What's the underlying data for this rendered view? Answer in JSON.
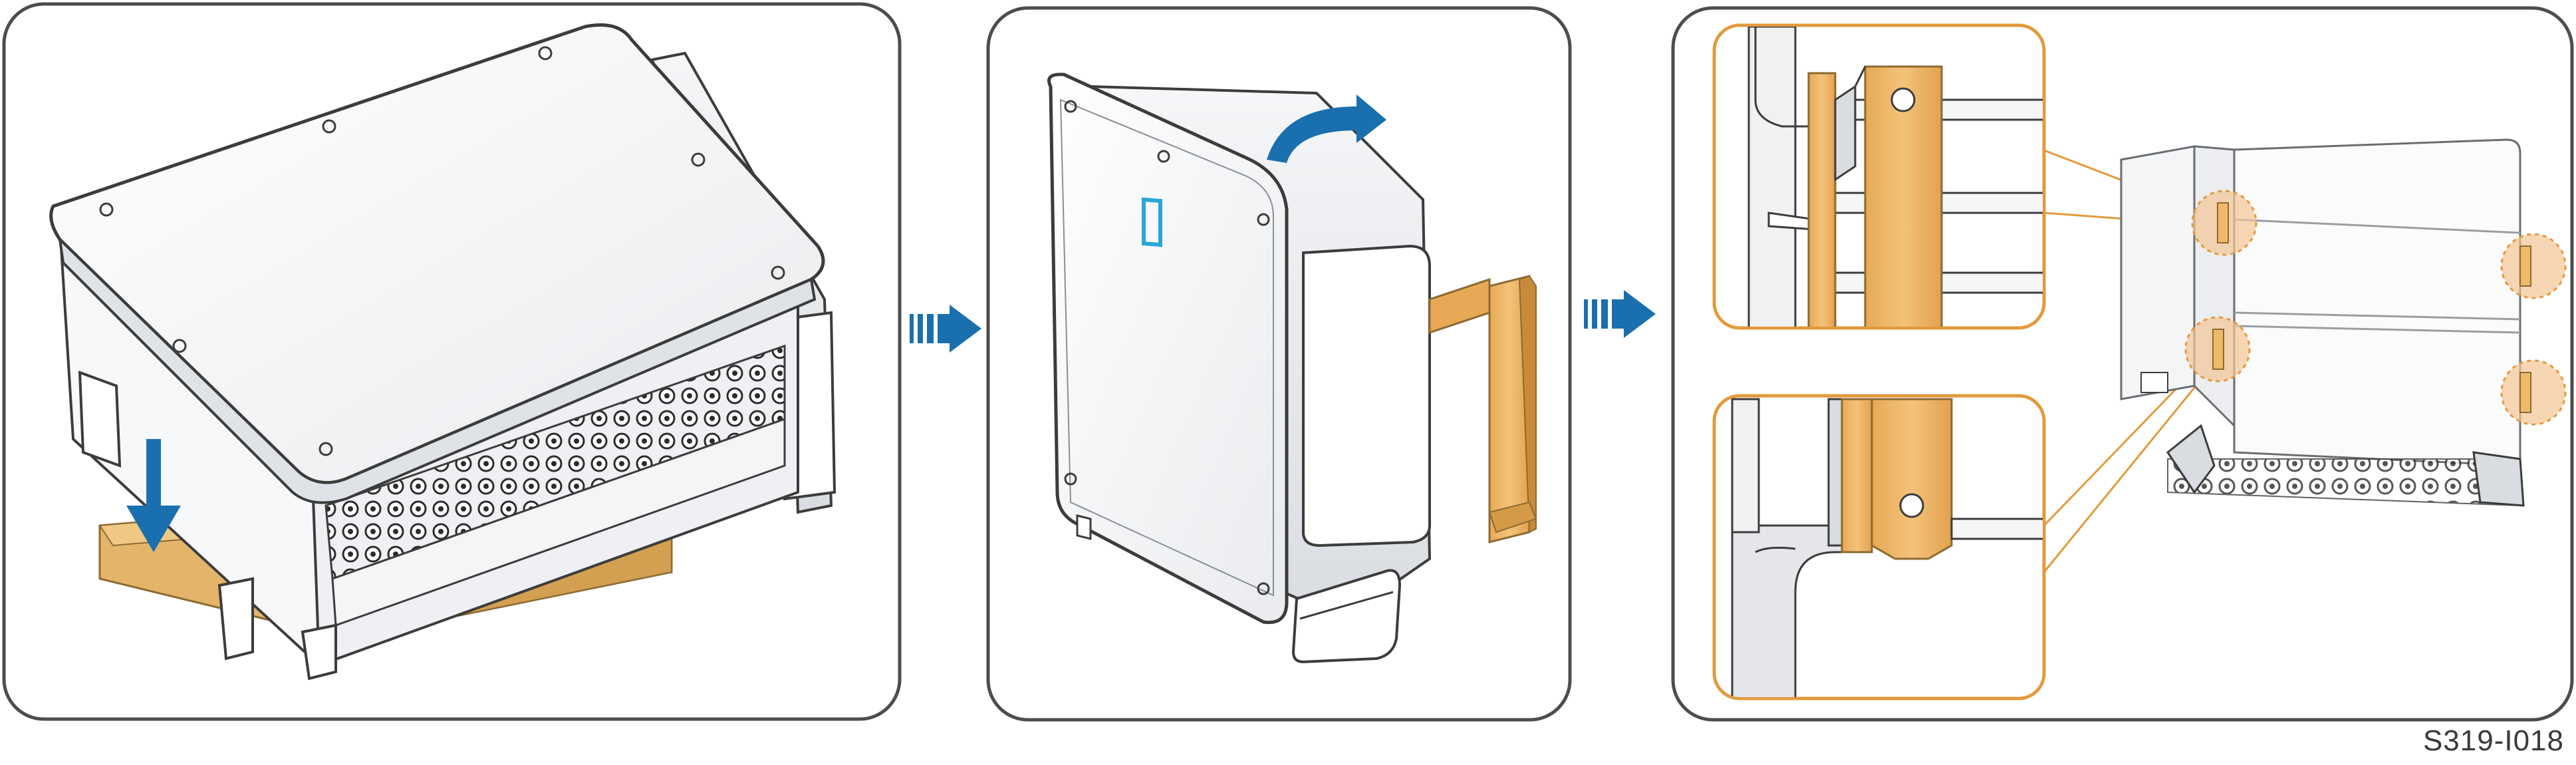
{
  "figure": {
    "code": "S319-I018"
  },
  "steps": [
    {
      "id": "step-1",
      "action": "lower-onto-foam-support"
    },
    {
      "id": "step-2",
      "action": "rotate-and-lift-onto-bracket"
    },
    {
      "id": "step-3",
      "action": "hook-onto-mounting-bracket"
    }
  ],
  "colors": {
    "panel_border": "#4d4d4d",
    "device_body": "#f3f4f6",
    "device_outline": "#3c3c3c",
    "accent_arrow": "#1a6fae",
    "bracket_fill": "#f0b969",
    "bracket_outline": "#b9803a",
    "foam_fill": "#e3b46a",
    "callout_border": "#e39a3c",
    "highlight_circle": "#f4c493"
  },
  "icons": {
    "down_arrow": "arrow-down-icon",
    "rotate_arrow": "rotate-arrow-icon",
    "flow_arrow": "flow-arrow-icon",
    "logo": "inverter-logo-icon"
  }
}
